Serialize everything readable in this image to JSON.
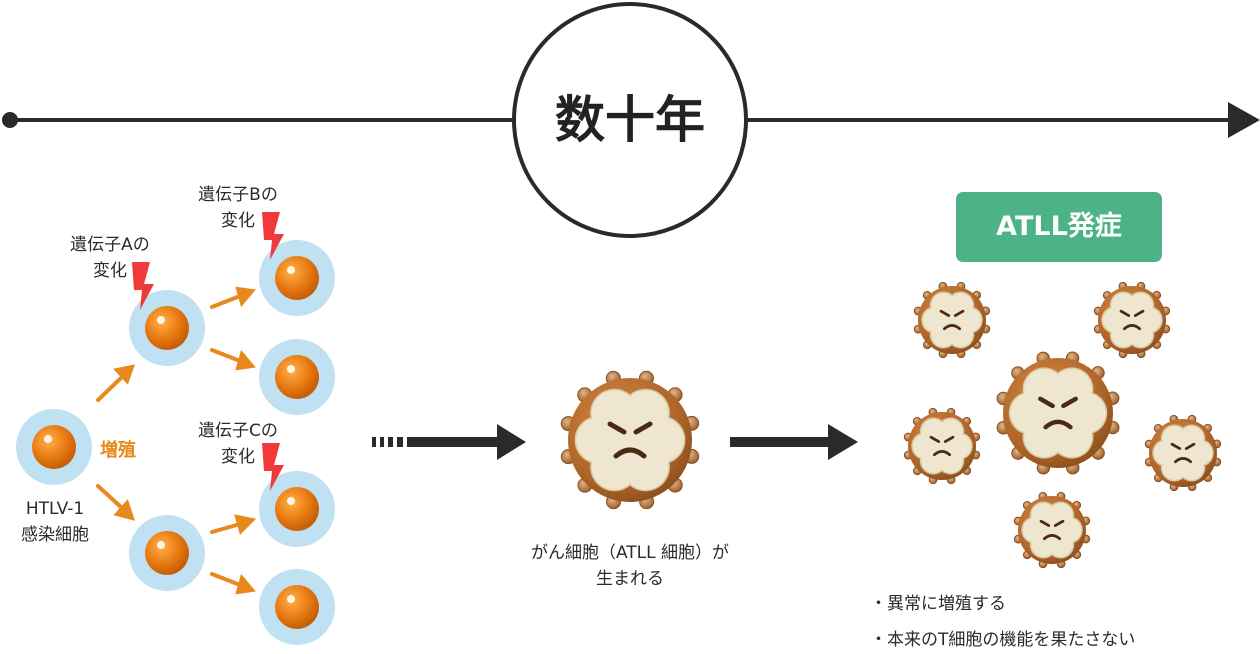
{
  "timeline": {
    "label": "数十年"
  },
  "early_stage": {
    "htlv_cell_label": "HTLV-1\n感染細胞",
    "proliferation_label": "増殖",
    "gene_a_label": "遺伝子Aの\n変化",
    "gene_b_label": "遺伝子Bの\n変化",
    "gene_c_label": "遺伝子Cの\n変化"
  },
  "cancer_stage": {
    "label": "がん細胞（ATLL 細胞）が\n生まれる"
  },
  "onset_stage": {
    "badge": "ATLL発症",
    "bullets": [
      "・異常に増殖する",
      "・本来のT細胞の機能を果たさない"
    ]
  },
  "colors": {
    "accent_green": "#4db387",
    "arrow_orange": "#e8891d",
    "mutation_red": "#f03a3a",
    "halo_blue": "#bfe1f2",
    "nucleus_orange": "#e97a12",
    "cancer_brown": "#b56a2b",
    "cancer_face": "#efe6cf",
    "line_dark": "#2a2a2a"
  }
}
